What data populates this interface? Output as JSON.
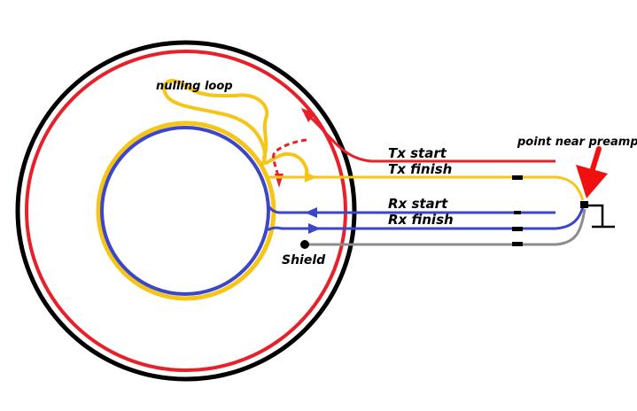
{
  "diagram": {
    "labels": {
      "nulling_loop": "nulling loop",
      "tx_start": "Tx start",
      "tx_finish": "Tx finish",
      "rx_start": "Rx start",
      "rx_finish": "Rx finish",
      "shield": "Shield",
      "point_near_preamp": "point near preamp"
    },
    "colors": {
      "shield_ring": "#000000",
      "tx_wire": "#e8202a",
      "rx_wire": "#3c46c8",
      "nulling_loop": "#f5c518",
      "shield_wire": "#8c8c8c",
      "pointer_arrow": "#f01010",
      "ground": "#000000"
    }
  }
}
